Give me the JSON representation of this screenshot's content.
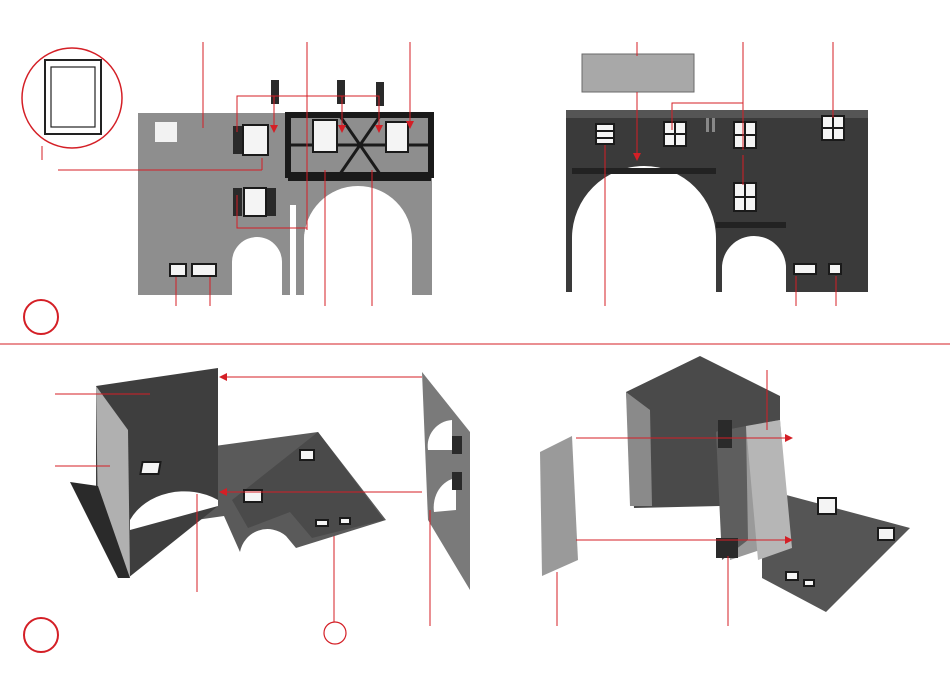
{
  "diagram": {
    "type": "assembly-instructions",
    "steps": [
      {
        "label": "",
        "panels": [
          "wall-with-half-timber-facade",
          "rear-wall-with-windows"
        ]
      },
      {
        "label": "",
        "panels": [
          "corner-wall-assembly",
          "side-wall-assembly"
        ]
      }
    ],
    "colors": {
      "leader": "#d41f26",
      "wall_light": "#8e8e8e",
      "wall_dark": "#3a3a3a",
      "wall_mid": "#6e6e6e",
      "window": "#f4f4f4",
      "frame": "#1a1a1a"
    }
  }
}
